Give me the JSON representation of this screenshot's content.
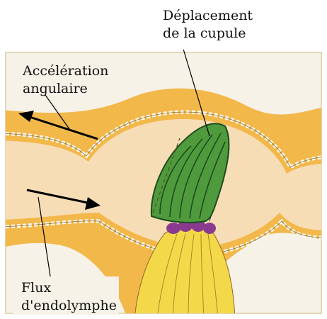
{
  "labels": {
    "cupula_displacement_line1": "Déplacement",
    "cupula_displacement_line2": "de la cupule",
    "angular_acceleration_line1": "Accélération",
    "angular_acceleration_line2": "angulaire",
    "endolymph_flow_line1": "Flux",
    "endolymph_flow_line2": "d'endolymphe"
  },
  "colors": {
    "background": "#ffffff",
    "panel_border": "#e2d7b6",
    "panel_fill": "#f6f2e8",
    "outer_membrane": "#f2b84a",
    "endolymph": "#f7ddb5",
    "cupula": "#4f9a3c",
    "cupula_dark": "#1d4d1f",
    "hair_cells": "#8b3b8f",
    "crista_nerve": "#f3d84a",
    "arrow": "#000000"
  },
  "icons": {
    "rotation_arrow": "arrow-left-icon",
    "flow_arrow": "arrow-right-icon"
  }
}
